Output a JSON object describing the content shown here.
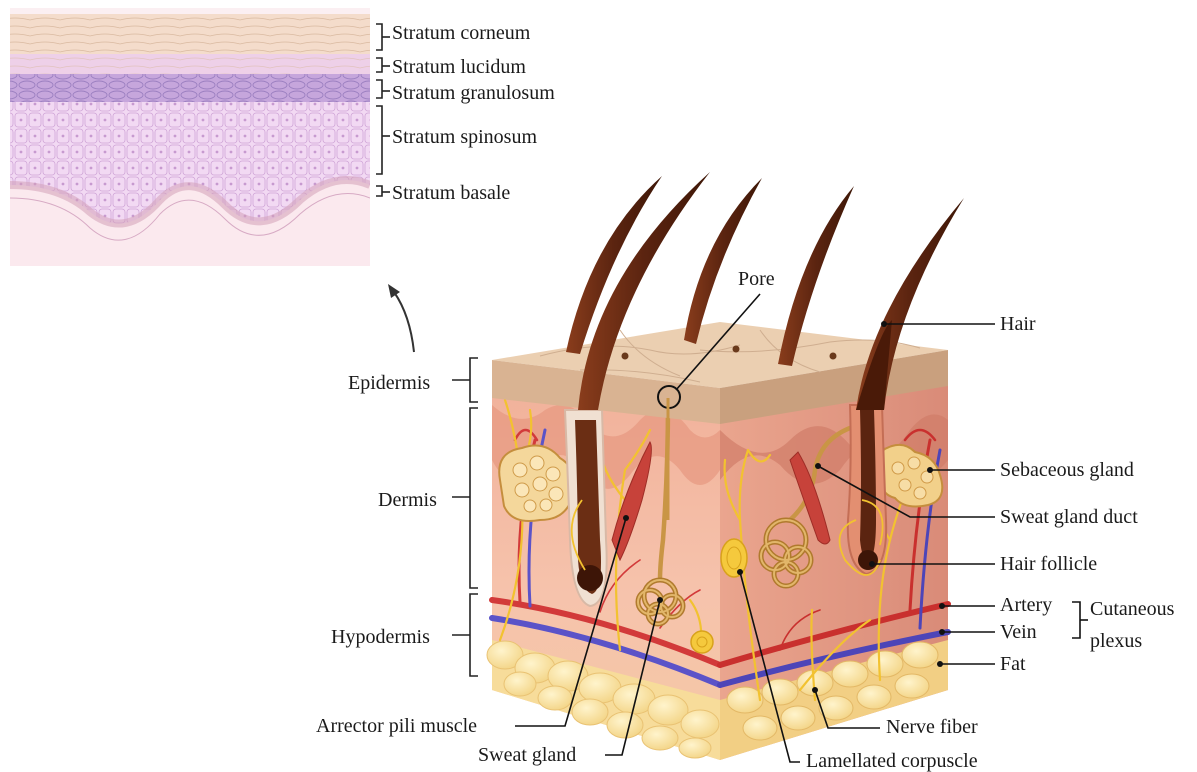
{
  "epidermis_layers": {
    "corneum": "Stratum corneum",
    "lucidum": "Stratum lucidum",
    "granulosum": "Stratum granulosum",
    "spinosum": "Stratum spinosum",
    "basale": "Stratum basale"
  },
  "regions": {
    "epidermis": "Epidermis",
    "dermis": "Dermis",
    "hypodermis": "Hypodermis"
  },
  "structures": {
    "pore": "Pore",
    "hair": "Hair",
    "sebaceous_gland": "Sebaceous gland",
    "sweat_gland_duct": "Sweat gland duct",
    "hair_follicle": "Hair follicle",
    "artery": "Artery",
    "vein": "Vein",
    "cutaneous": "Cutaneous",
    "plexus": "plexus",
    "fat": "Fat",
    "nerve_fiber": "Nerve fiber",
    "lamellated_corpuscle": "Lamellated corpuscle",
    "arrector_pili_muscle": "Arrector pili muscle",
    "sweat_gland": "Sweat gland"
  },
  "colors": {
    "epidermis_surface": "#e7c6a3",
    "dermis": "#f3c2ac",
    "hypodermis_fat": "#fae6a8",
    "hair": "#6b2e14",
    "artery": "#d23a3a",
    "vein": "#5b53c8",
    "nerve": "#f2c230",
    "gland": "#e8b86a"
  }
}
